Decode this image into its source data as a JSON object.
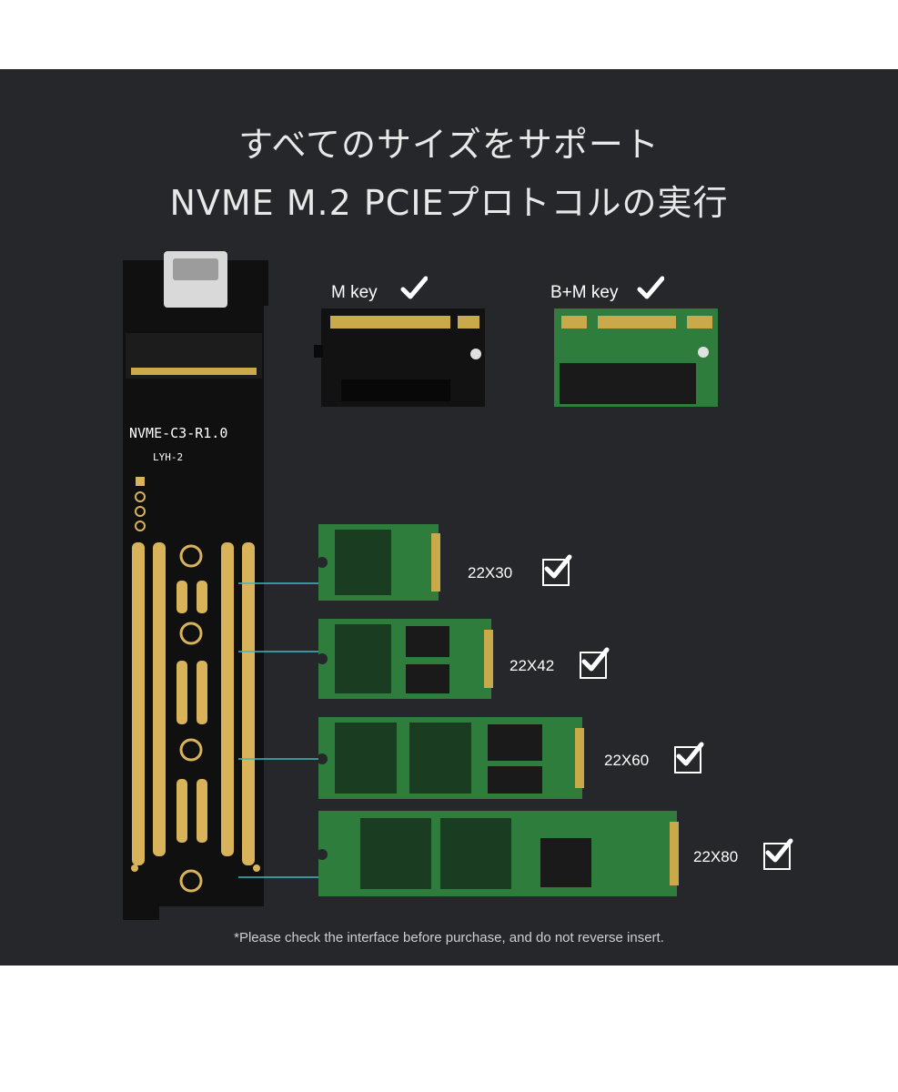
{
  "heading": {
    "line1": "すべてのサイズをサポート",
    "line2": "NVME M.2 PCIEプロトコルの実行"
  },
  "keys": [
    {
      "label": "M key",
      "supported": true
    },
    {
      "label": "B+M key",
      "supported": true
    }
  ],
  "board": {
    "model": "NVME-C3-R1.0",
    "sub": "LYH-2"
  },
  "sizes": [
    {
      "label": "22X30",
      "supported": true
    },
    {
      "label": "22X42",
      "supported": true
    },
    {
      "label": "22X60",
      "supported": true
    },
    {
      "label": "22X80",
      "supported": true
    }
  ],
  "note": "*Please check the interface before purchase, and do not reverse insert.",
  "colors": {
    "background": "#25272b",
    "ssd_green": "#2f7d3c",
    "gold": "#d8b35a",
    "cyan_line": "#3fb8c4"
  }
}
